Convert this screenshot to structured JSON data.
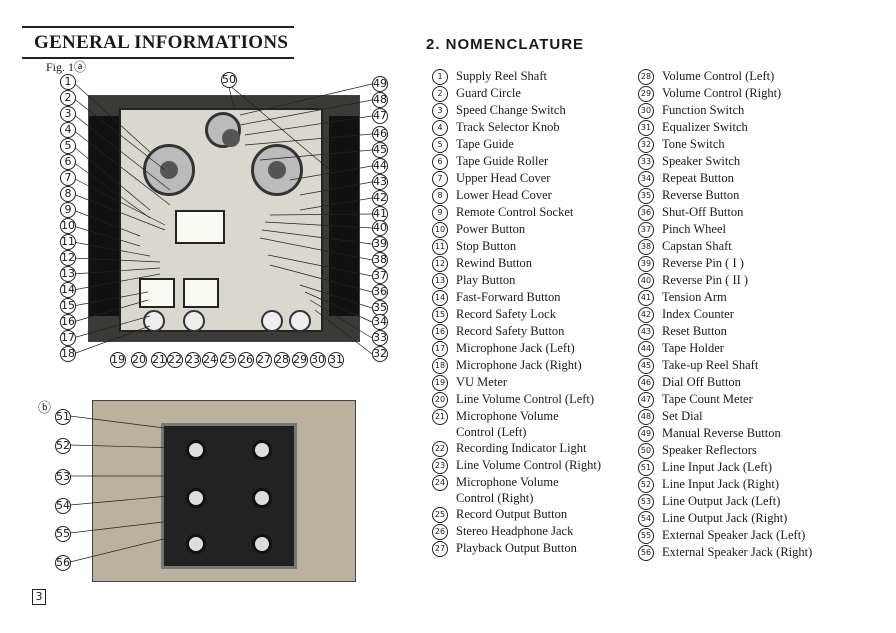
{
  "header": {
    "title": "GENERAL INFORMATIONS"
  },
  "figure": {
    "label": "Fig. 1ⓐ",
    "sub_label": "ⓑ"
  },
  "section": {
    "title": "2. NOMENCLATURE"
  },
  "page_number": "3",
  "nomenclature_left": [
    {
      "num": "1",
      "name": "Supply Reel Shaft"
    },
    {
      "num": "2",
      "name": "Guard Circle"
    },
    {
      "num": "3",
      "name": "Speed Change Switch"
    },
    {
      "num": "4",
      "name": "Track Selector Knob"
    },
    {
      "num": "5",
      "name": "Tape Guide"
    },
    {
      "num": "6",
      "name": "Tape Guide Roller"
    },
    {
      "num": "7",
      "name": "Upper Head Cover"
    },
    {
      "num": "8",
      "name": "Lower Head Cover"
    },
    {
      "num": "9",
      "name": "Remote Control Socket"
    },
    {
      "num": "10",
      "name": "Power Button"
    },
    {
      "num": "11",
      "name": "Stop Button"
    },
    {
      "num": "12",
      "name": "Rewind Button"
    },
    {
      "num": "13",
      "name": "Play Button"
    },
    {
      "num": "14",
      "name": "Fast-Forward Button"
    },
    {
      "num": "15",
      "name": "Record Safety Lock"
    },
    {
      "num": "16",
      "name": "Record Safety Button"
    },
    {
      "num": "17",
      "name": "Microphone Jack (Left)"
    },
    {
      "num": "18",
      "name": "Microphone Jack (Right)"
    },
    {
      "num": "19",
      "name": "VU Meter"
    },
    {
      "num": "20",
      "name": "Line Volume Control (Left)"
    },
    {
      "num": "21",
      "name": "Microphone Volume\nControl (Left)"
    },
    {
      "num": "22",
      "name": "Recording Indicator Light"
    },
    {
      "num": "23",
      "name": "Line Volume Control (Right)"
    },
    {
      "num": "24",
      "name": "Microphone Volume\nControl (Right)"
    },
    {
      "num": "25",
      "name": "Record Output Button"
    },
    {
      "num": "26",
      "name": "Stereo Headphone Jack"
    },
    {
      "num": "27",
      "name": "Playback Output Button"
    }
  ],
  "nomenclature_right": [
    {
      "num": "28",
      "name": "Volume Control (Left)"
    },
    {
      "num": "29",
      "name": "Volume Control (Right)"
    },
    {
      "num": "30",
      "name": "Function Switch"
    },
    {
      "num": "31",
      "name": "Equalizer Switch"
    },
    {
      "num": "32",
      "name": "Tone Switch"
    },
    {
      "num": "33",
      "name": "Speaker Switch"
    },
    {
      "num": "34",
      "name": "Repeat Button"
    },
    {
      "num": "35",
      "name": "Reverse Button"
    },
    {
      "num": "36",
      "name": "Shut-Off Button"
    },
    {
      "num": "37",
      "name": "Pinch Wheel"
    },
    {
      "num": "38",
      "name": "Capstan Shaft"
    },
    {
      "num": "39",
      "name": "Reverse Pin ( I )"
    },
    {
      "num": "40",
      "name": "Reverse Pin ( II )"
    },
    {
      "num": "41",
      "name": "Tension Arm"
    },
    {
      "num": "42",
      "name": "Index Counter"
    },
    {
      "num": "43",
      "name": "Reset Button"
    },
    {
      "num": "44",
      "name": "Tape Holder"
    },
    {
      "num": "45",
      "name": "Take-up Reel Shaft"
    },
    {
      "num": "46",
      "name": "Dial Off Button"
    },
    {
      "num": "47",
      "name": "Tape Count Meter"
    },
    {
      "num": "48",
      "name": "Set Dial"
    },
    {
      "num": "49",
      "name": "Manual Reverse Button"
    },
    {
      "num": "50",
      "name": "Speaker Reflectors"
    },
    {
      "num": "51",
      "name": "Line Input Jack (Left)"
    },
    {
      "num": "52",
      "name": "Line Input Jack (Right)"
    },
    {
      "num": "53",
      "name": "Line Output Jack (Left)"
    },
    {
      "num": "54",
      "name": "Line Output Jack (Right)"
    },
    {
      "num": "55",
      "name": "External Speaker Jack (Left)"
    },
    {
      "num": "56",
      "name": "External Speaker Jack (Right)"
    }
  ],
  "callouts_a_left": [
    "1",
    "2",
    "3",
    "4",
    "5",
    "6",
    "7",
    "8",
    "9",
    "10",
    "11",
    "12",
    "13",
    "14",
    "15",
    "16",
    "17",
    "18"
  ],
  "callouts_a_bottom": [
    "19",
    "20",
    "21",
    "22",
    "23",
    "24",
    "25",
    "26",
    "27",
    "28",
    "29",
    "30",
    "31"
  ],
  "callouts_a_right": [
    "49",
    "48",
    "47",
    "46",
    "45",
    "44",
    "43",
    "42",
    "41",
    "40",
    "39",
    "38",
    "37",
    "36",
    "35",
    "34",
    "33",
    "32"
  ],
  "callout_a_top": "50",
  "callouts_b_left": [
    "51",
    "52",
    "53",
    "54",
    "55",
    "56"
  ]
}
